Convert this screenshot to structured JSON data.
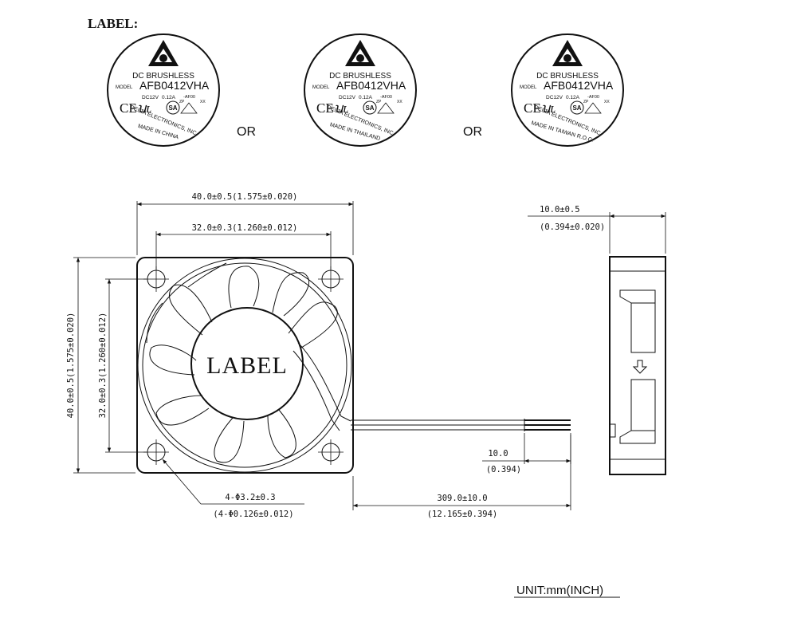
{
  "heading": "LABEL:",
  "separator": "OR",
  "labels": [
    {
      "line1": "DC BRUSHLESS",
      "model_prefix": "MODEL",
      "model": "AFB0412VHA",
      "voltage": "DC12V",
      "current": "0.12A",
      "suffix": "-AF00",
      "code1": "ZP",
      "code2": "XX",
      "company": "DELTA ELECTRONICS, INC.",
      "origin": "MADE IN CHINA"
    },
    {
      "line1": "DC BRUSHLESS",
      "model_prefix": "MODEL",
      "model": "AFB0412VHA",
      "voltage": "DC12V",
      "current": "0.12A",
      "suffix": "-AF00",
      "code1": "ZP",
      "code2": "XX",
      "company": "DELTA ELECTRONICS, INC.",
      "origin": "MADE IN THAILAND"
    },
    {
      "line1": "DC BRUSHLESS",
      "model_prefix": "MODEL",
      "model": "AFB0412VHA",
      "voltage": "DC12V",
      "current": "0.12A",
      "suffix": "-AF00",
      "code1": "ZP",
      "code2": "XX",
      "company": "DELTA ELECTRONICS, INC.",
      "origin": "MADE IN TAIWAN R.O.C."
    }
  ],
  "fan_label": "LABEL",
  "dimensions": {
    "width_outer": "40.0±0.5(1.575±0.020)",
    "width_holes": "32.0±0.3(1.260±0.012)",
    "height_outer": "40.0±0.5(1.575±0.020)",
    "height_holes": "32.0±0.3(1.260±0.012)",
    "depth_mm": "10.0±0.5",
    "depth_in": "(0.394±0.020)",
    "strip_mm": "10.0",
    "strip_in": "(0.394)",
    "lead_mm": "309.0±10.0",
    "lead_in": "(12.165±0.394)",
    "hole_mm": "4-Φ3.2±0.3",
    "hole_in": "(4-Φ0.126±0.012)"
  },
  "unit": "UNIT:mm(INCH)"
}
